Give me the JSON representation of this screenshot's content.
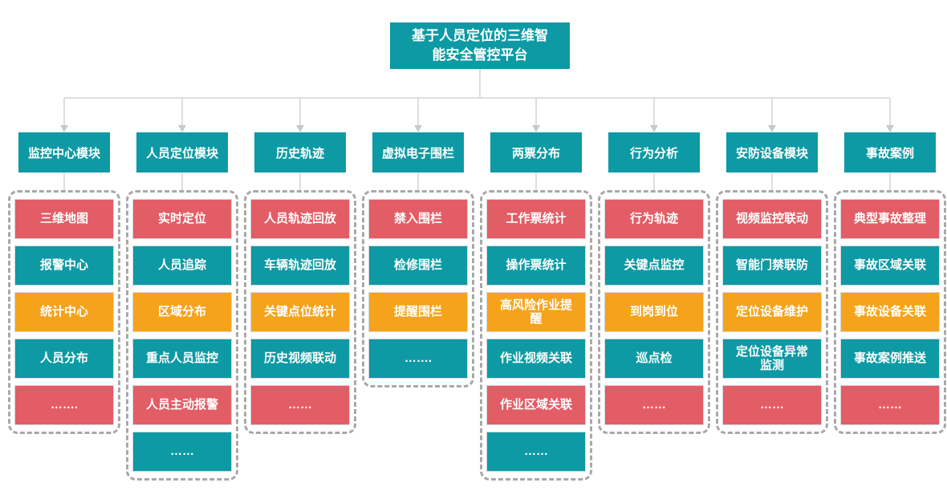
{
  "root": {
    "title": "基于人员定位的三维智能安全管控平台"
  },
  "colors": {
    "teal": "#0d9aa4",
    "red": "#e25d66",
    "orange": "#f5a31b",
    "connector": "#dedede",
    "arrow": "#c9c9c9",
    "dash_border": "#a8a8a8"
  },
  "modules": [
    {
      "label": "监控中心模块",
      "items": [
        {
          "label": "三维地图",
          "color": "red"
        },
        {
          "label": "报警中心",
          "color": "teal"
        },
        {
          "label": "统计中心",
          "color": "orange"
        },
        {
          "label": "人员分布",
          "color": "teal"
        },
        {
          "label": "…….",
          "color": "red"
        }
      ]
    },
    {
      "label": "人员定位模块",
      "items": [
        {
          "label": "实时定位",
          "color": "red"
        },
        {
          "label": "人员追踪",
          "color": "teal"
        },
        {
          "label": "区域分布",
          "color": "orange"
        },
        {
          "label": "重点人员监控",
          "color": "teal"
        },
        {
          "label": "人员主动报警",
          "color": "red"
        },
        {
          "label": "……",
          "color": "teal"
        }
      ]
    },
    {
      "label": "历史轨迹",
      "items": [
        {
          "label": "人员轨迹回放",
          "color": "red"
        },
        {
          "label": "车辆轨迹回放",
          "color": "teal"
        },
        {
          "label": "关键点位统计",
          "color": "orange"
        },
        {
          "label": "历史视频联动",
          "color": "teal"
        },
        {
          "label": "……",
          "color": "red"
        }
      ]
    },
    {
      "label": "虚拟电子围栏",
      "items": [
        {
          "label": "禁入围栏",
          "color": "red"
        },
        {
          "label": "检修围栏",
          "color": "teal"
        },
        {
          "label": "提醒围栏",
          "color": "orange"
        },
        {
          "label": "…….",
          "color": "teal"
        }
      ]
    },
    {
      "label": "两票分布",
      "items": [
        {
          "label": "工作票统计",
          "color": "red"
        },
        {
          "label": "操作票统计",
          "color": "teal"
        },
        {
          "label": "高风险作业提\n醒",
          "color": "orange"
        },
        {
          "label": "作业视频关联",
          "color": "teal"
        },
        {
          "label": "作业区域关联",
          "color": "red"
        },
        {
          "label": "……",
          "color": "teal"
        }
      ]
    },
    {
      "label": "行为分析",
      "items": [
        {
          "label": "行为轨迹",
          "color": "red"
        },
        {
          "label": "关键点监控",
          "color": "teal"
        },
        {
          "label": "到岗到位",
          "color": "orange"
        },
        {
          "label": "巡点检",
          "color": "teal"
        },
        {
          "label": "……",
          "color": "red"
        }
      ]
    },
    {
      "label": "安防设备模块",
      "items": [
        {
          "label": "视频监控联动",
          "color": "red"
        },
        {
          "label": "智能门禁联防",
          "color": "teal"
        },
        {
          "label": "定位设备维护",
          "color": "orange"
        },
        {
          "label": "定位设备异常\n监测",
          "color": "teal"
        },
        {
          "label": "……",
          "color": "red"
        }
      ]
    },
    {
      "label": "事故案例",
      "items": [
        {
          "label": "典型事故整理",
          "color": "red"
        },
        {
          "label": "事故区域关联",
          "color": "teal"
        },
        {
          "label": "事故设备关联",
          "color": "orange"
        },
        {
          "label": "事故案例推送",
          "color": "teal"
        },
        {
          "label": "……",
          "color": "red"
        }
      ]
    }
  ]
}
